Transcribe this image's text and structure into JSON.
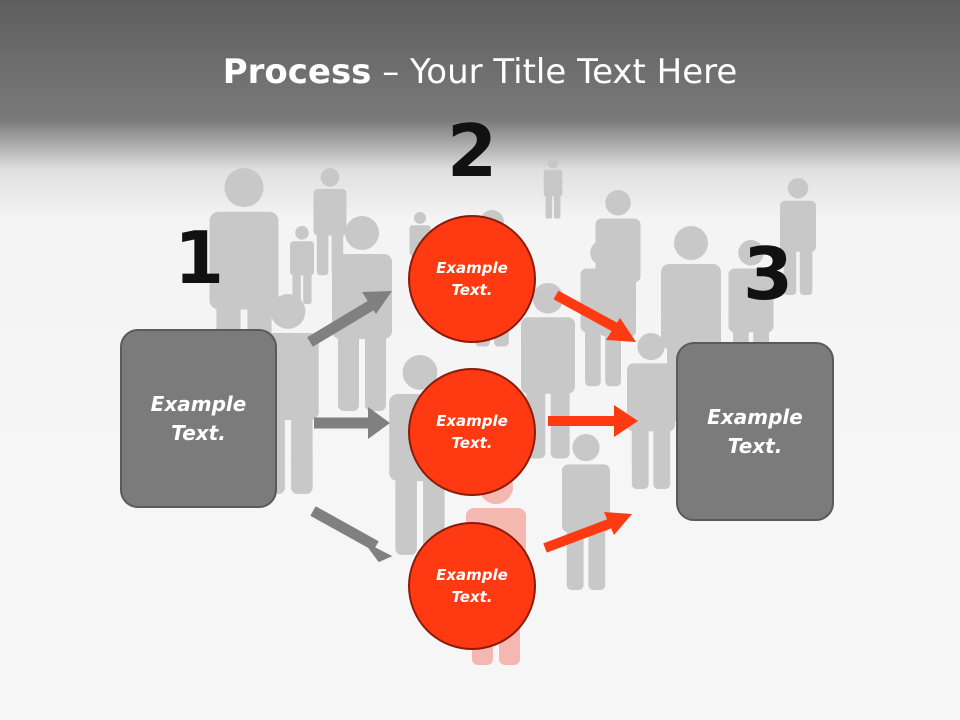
{
  "slide": {
    "title_bold": "Process",
    "title_rest": " – Your Title Text Here"
  },
  "steps": [
    "1",
    "2",
    "3"
  ],
  "left_box": {
    "line1": "Example",
    "line2": "Text."
  },
  "circles": [
    {
      "line1": "Example",
      "line2": "Text."
    },
    {
      "line1": "Example",
      "line2": "Text."
    },
    {
      "line1": "Example",
      "line2": "Text."
    }
  ],
  "right_box": {
    "line1": "Example",
    "line2": "Text."
  },
  "colors": {
    "accent": "#ff3a12",
    "box_fill": "#7b7b7b",
    "gray_arrow": "#808080",
    "people_gray": "#c8c8c8",
    "people_pink": "#f4b8b0"
  }
}
